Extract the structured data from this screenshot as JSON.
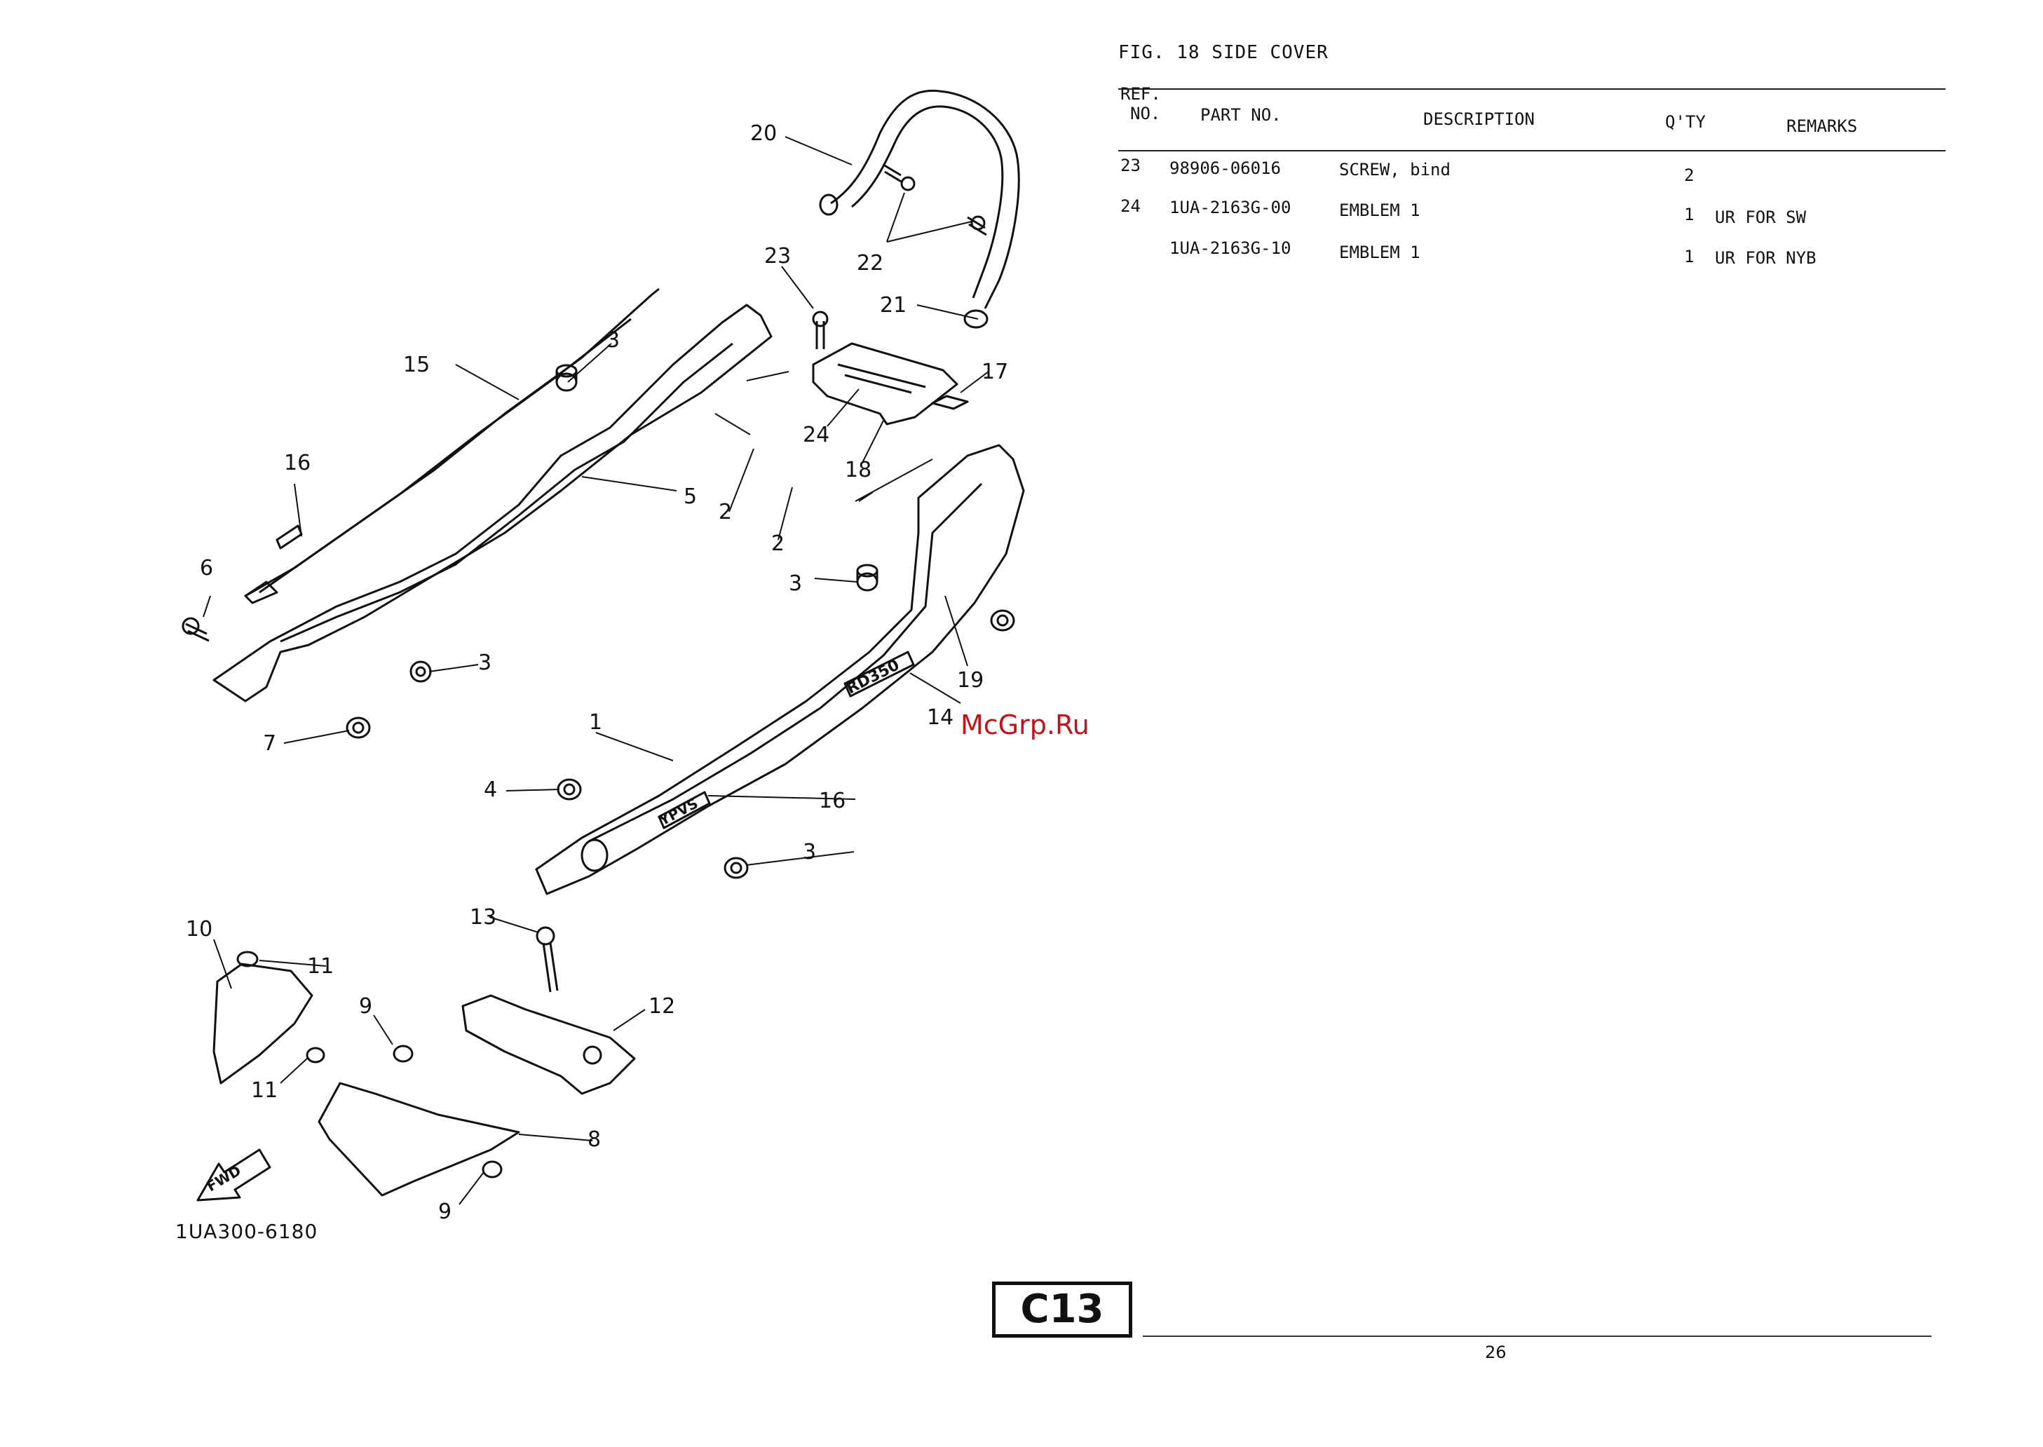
{
  "figure": {
    "title": "FIG. 18  SIDE COVER",
    "drawing_code": "1UA300-6180",
    "section_label": "C13",
    "page_number": "26",
    "watermark": "McGrp.Ru",
    "fwd_label": "FWD",
    "badges": {
      "model": "RD350",
      "brand": "YPVS"
    }
  },
  "table": {
    "headers": {
      "ref_line1": "REF.",
      "ref_line2": "NO.",
      "part_no": "PART NO.",
      "description": "DESCRIPTION",
      "qty": "Q'TY",
      "remarks": "REMARKS"
    },
    "rows": [
      {
        "ref": "23",
        "part_no": "98906-06016",
        "description": "SCREW, bind",
        "qty": "2",
        "remarks": ""
      },
      {
        "ref": "24",
        "part_no": "1UA-2163G-00",
        "description": "EMBLEM 1",
        "qty": "1",
        "remarks": "UR FOR SW"
      },
      {
        "ref": "",
        "part_no": "1UA-2163G-10",
        "description": "EMBLEM 1",
        "qty": "1",
        "remarks": "UR FOR NYB"
      }
    ]
  },
  "callouts": [
    "20",
    "22",
    "23",
    "21",
    "17",
    "3",
    "15",
    "16",
    "24",
    "18",
    "2",
    "2",
    "5",
    "6",
    "3",
    "3",
    "19",
    "14",
    "7",
    "1",
    "4",
    "16",
    "3",
    "13",
    "12",
    "10",
    "11",
    "11",
    "9",
    "8",
    "9"
  ]
}
